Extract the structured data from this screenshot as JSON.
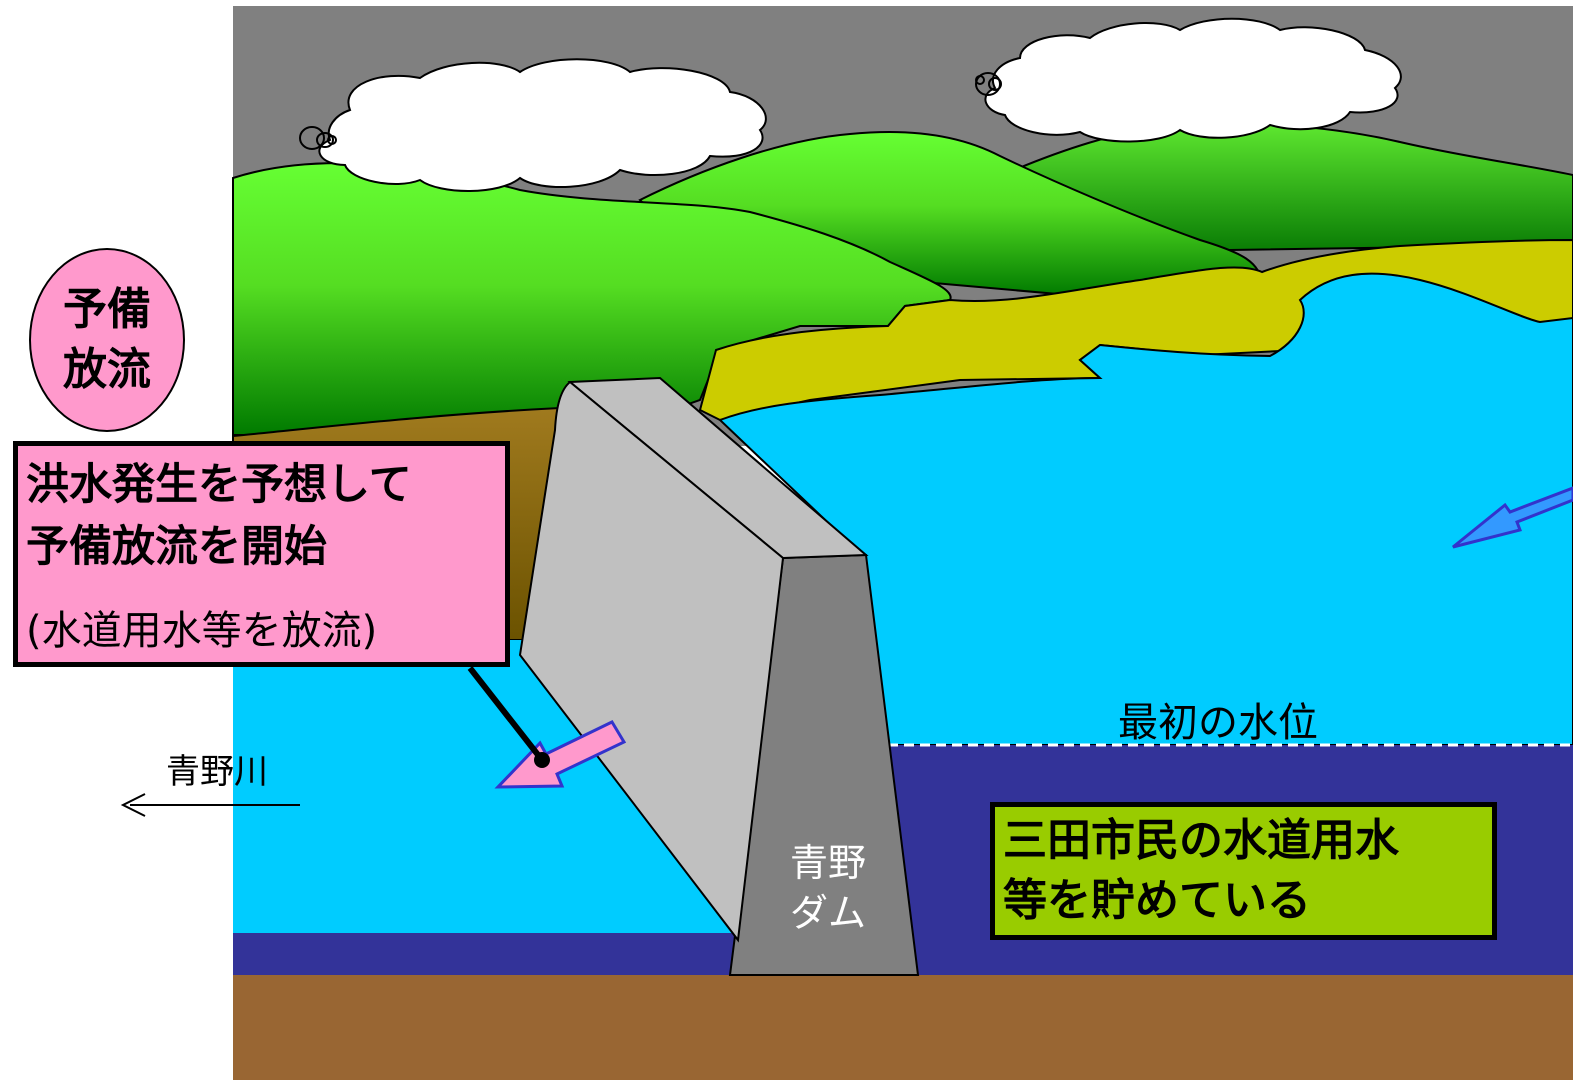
{
  "badge": {
    "line1": "予備",
    "line2": "放流"
  },
  "callout_left": {
    "line1": "洪水発生を予想して",
    "line2": "予備放流を開始",
    "note": "(水道用水等を放流)"
  },
  "callout_right": {
    "line1": "三田市民の水道用水",
    "line2": "等を貯めている"
  },
  "river_label": "青野川",
  "level_label": "最初の水位",
  "dam_label": {
    "line1": "青野",
    "line2": "ダム"
  },
  "colors": {
    "sky": "#808080",
    "hill_green": "#66ff33",
    "hill_dark": "#008000",
    "shore": "#cccc00",
    "water_light": "#00ccff",
    "water_dark": "#333399",
    "ground": "#996633",
    "dam_face": "#c0c0c0",
    "dam_side": "#808080",
    "callout_pink": "#ff99cc",
    "callout_green": "#99cc00",
    "arrow_blue": "#3333cc"
  }
}
